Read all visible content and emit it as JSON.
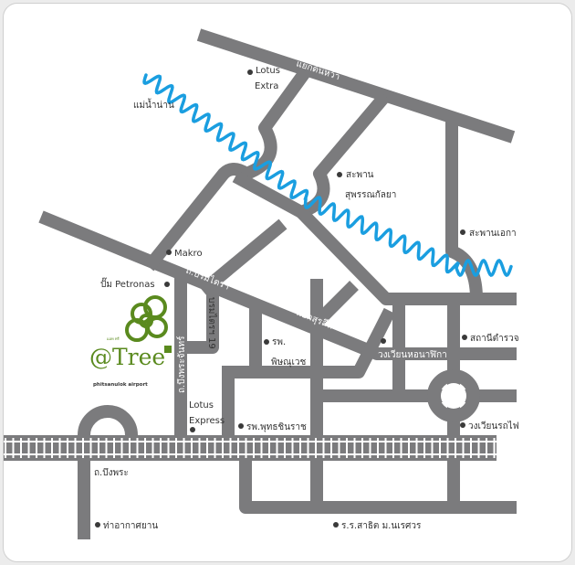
{
  "colors": {
    "road": "#7b7b7d",
    "river": "#1a9ee0",
    "brand_green": "#5a8a1e"
  },
  "logo": {
    "name": "@Tree",
    "thai": "แอท ทรี",
    "tagline": "phitsanulok airport"
  },
  "labels": {
    "ton_wa": "แยกต้นหว้า",
    "lotus_extra_1": "Lotus",
    "lotus_extra_2": "Extra",
    "nan_river": "แม่น้ำน่าน",
    "bridge_1": "สะพาน",
    "bridge_2": "สุพรรณกัลยา",
    "eka_bridge": "สะพานเอกา",
    "makro": "Makro",
    "petronas": "ปั๊ม Petronas",
    "boromtrai_rd": "ถ.บรมไตรฯ",
    "boromtrai_19": "บรมไตรฯ 19",
    "bueng_phrachan": "ถ.บึงพระจันทร์",
    "surasi": "แยกสุรสีห์",
    "hosp_1": "รพ.",
    "hosp_2": "พิษณุเวช",
    "clock_tower": "วงเวียนหอนาฬิกา",
    "police": "สถานีตำรวจ",
    "lotus_express_1": "Lotus",
    "lotus_express_2": "Express",
    "buddhachinaraj": "รพ.พุทธชินราช",
    "train_circle": "วงเวียนรถไฟ",
    "bueng_phra": "ถ.บึงพระ",
    "airport": "ท่าอากาศยาน",
    "satit": "ร.ร.สาธิต ม.นเรศวร"
  }
}
